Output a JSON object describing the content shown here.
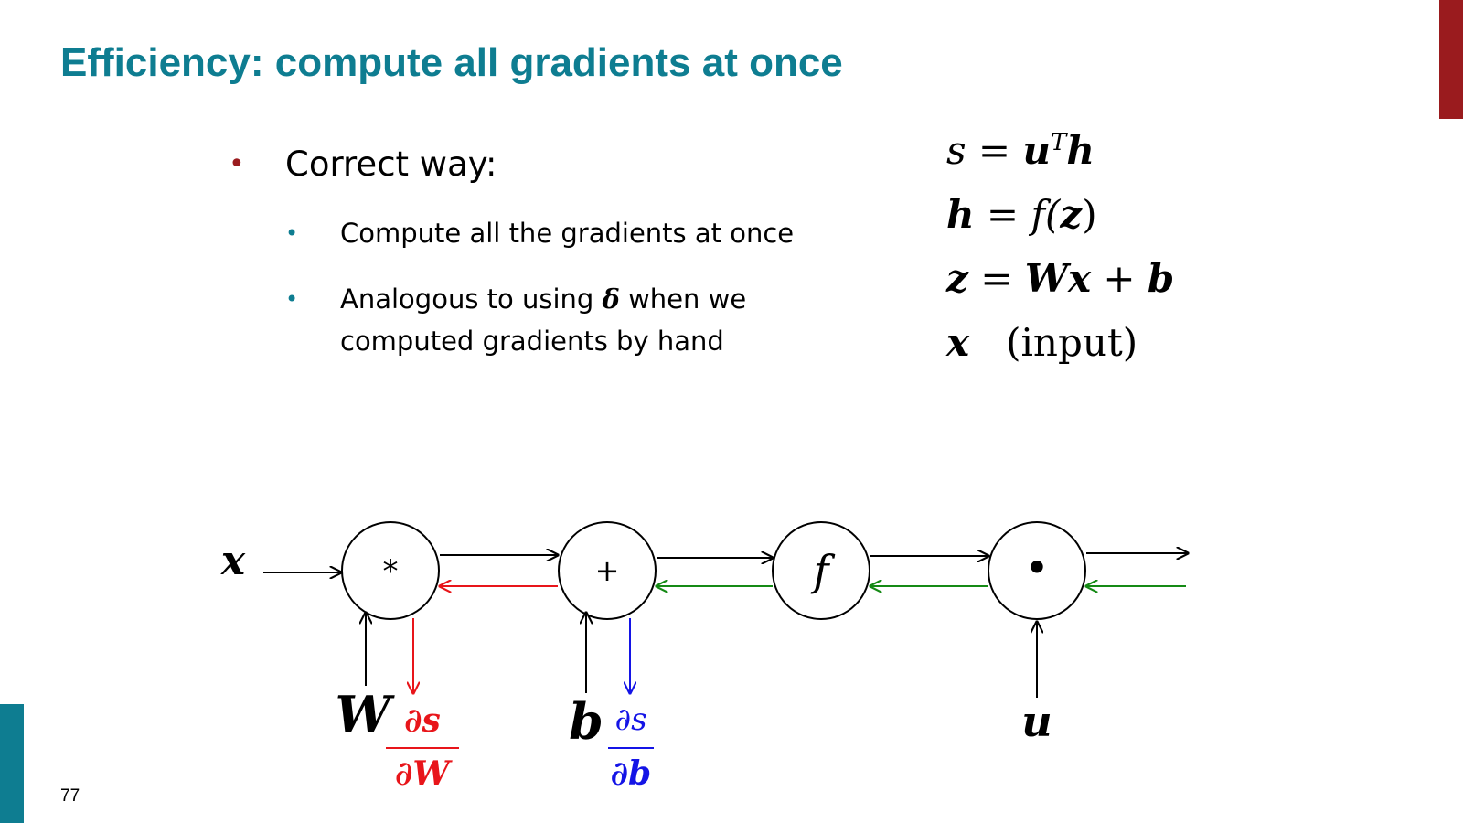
{
  "slide": {
    "title": "Efficiency: compute all gradients at once",
    "page_number": "77"
  },
  "bullets": {
    "main": "Correct way:",
    "sub1": "Compute all the gradients at once",
    "sub2_part1": "Analogous to using ",
    "sub2_delta": "δ",
    "sub2_part2": " when we",
    "sub2_line2": "computed gradients by hand"
  },
  "equations": {
    "eq1": {
      "lhs": "s",
      "rhs1": "u",
      "sup": "T",
      "rhs2": "h"
    },
    "eq2": {
      "lhs": "h",
      "rhs": "f(",
      "arg": "z",
      "close": ")"
    },
    "eq3": {
      "lhs": "z",
      "rhs1": "W",
      "rhs2": "x",
      "plus": " + ",
      "rhs3": "b"
    },
    "eq4": {
      "lhs": "x",
      "note": "(input)"
    }
  },
  "diagram": {
    "input_label": "x",
    "nodes": [
      "*",
      "+",
      "f",
      "•"
    ],
    "weight_label": "W",
    "bias_label": "b",
    "u_label": "u",
    "grad_W_num": "∂s",
    "grad_W_den": "∂W",
    "grad_b_num": "∂s",
    "grad_b_den": "∂b"
  },
  "colors": {
    "title": "#0e7d91",
    "accent_red": "#9a1b1e",
    "grad_red": "#e8151a",
    "grad_blue": "#1414e6",
    "grad_green": "#158a15"
  }
}
